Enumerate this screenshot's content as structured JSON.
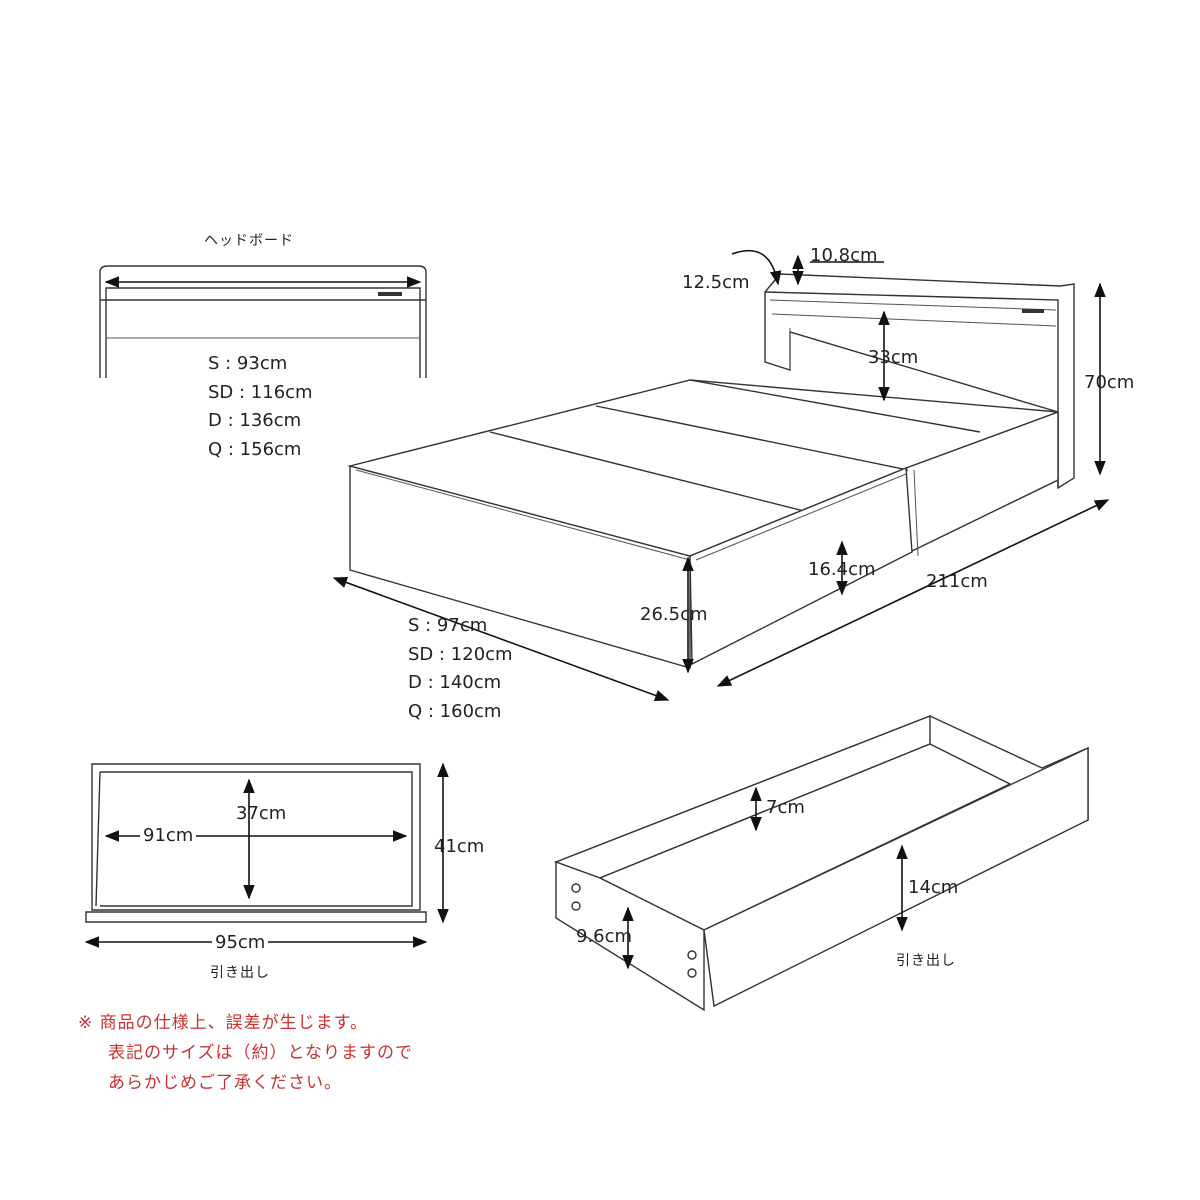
{
  "headboard": {
    "title": "ヘッドボード",
    "sizes": [
      "S : 93cm",
      "SD : 116cm",
      "D : 136cm",
      "Q : 156cm"
    ]
  },
  "bed": {
    "dims": {
      "shelf_top": "10.8cm",
      "shelf_depth": "12.5cm",
      "shelf_height": "33cm",
      "head_height": "70cm",
      "length": "211cm",
      "frame_top": "16.4cm",
      "frame_height": "26.5cm"
    },
    "widths": [
      "S : 97cm",
      "SD : 120cm",
      "D : 140cm",
      "Q : 160cm"
    ]
  },
  "drawer_front": {
    "inner_width": "91cm",
    "inner_height": "37cm",
    "outer_height": "41cm",
    "outer_width": "95cm",
    "caption": "引き出し"
  },
  "drawer_3d": {
    "inner_depth": "7cm",
    "side_height": "14cm",
    "base_height": "9.6cm",
    "caption": "引き出し"
  },
  "note": {
    "line1": "※ 商品の仕様上、誤差が生じます。",
    "line2": "表記のサイズは（約）となりますので",
    "line3": "あらかじめご了承ください。"
  },
  "colors": {
    "note": "#c8312f",
    "line": "#333333"
  }
}
